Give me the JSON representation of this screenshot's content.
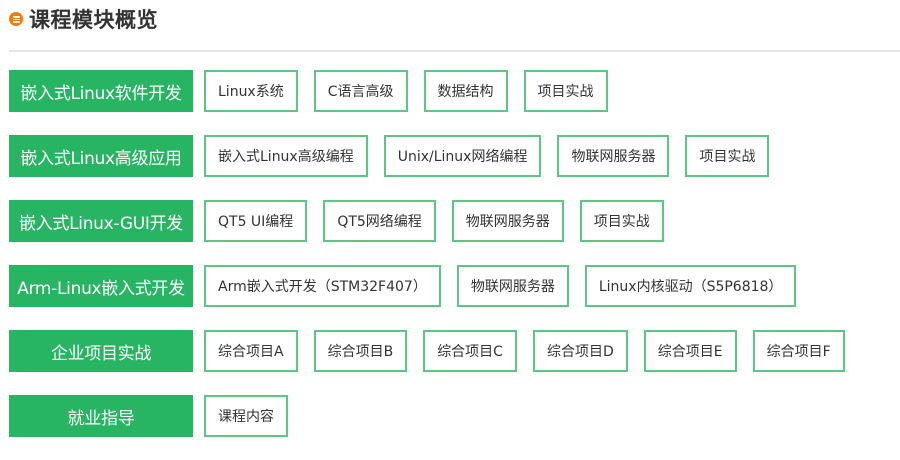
{
  "header": {
    "icon": "menu-circle-icon",
    "title": "课程模块概览"
  },
  "colors": {
    "category_bg": "#27b463",
    "tag_border": "#5cc784",
    "icon": "#f47c0b",
    "divider": "#e6e6e6"
  },
  "modules": [
    {
      "category": "嵌入式Linux软件开发",
      "tags": [
        "Linux系统",
        "C语言高级",
        "数据结构",
        "项目实战"
      ]
    },
    {
      "category": "嵌入式Linux高级应用",
      "tags": [
        "嵌入式Linux高级编程",
        "Unix/Linux网络编程",
        "物联网服务器",
        "项目实战"
      ]
    },
    {
      "category": "嵌入式Linux-GUI开发",
      "tags": [
        "QT5 UI编程",
        "QT5网络编程",
        "物联网服务器",
        "项目实战"
      ]
    },
    {
      "category": "Arm-Linux嵌入式开发",
      "tags": [
        "Arm嵌入式开发（STM32F407）",
        "物联网服务器",
        "Linux内核驱动（S5P6818）"
      ]
    },
    {
      "category": "企业项目实战",
      "tags": [
        "综合项目A",
        "综合项目B",
        "综合项目C",
        "综合项目D",
        "综合项目E",
        "综合项目F"
      ]
    },
    {
      "category": "就业指导",
      "tags": [
        "课程内容"
      ]
    }
  ]
}
